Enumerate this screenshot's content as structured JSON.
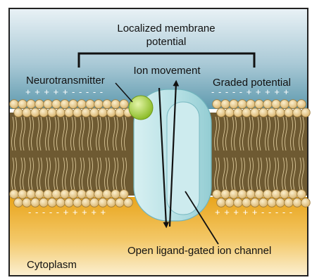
{
  "labels": {
    "title_line1": "Localized membrane",
    "title_line2": "potential",
    "neurotransmitter": "Neurotransmitter",
    "ion_movement": "Ion movement",
    "graded_potential": "Graded potential",
    "channel": "Open ligand-gated ion channel",
    "cytoplasm": "Cytoplasm"
  },
  "charges": {
    "outer_left": "+ + + + + - - - - -",
    "outer_right": "- - - - - + + + + +",
    "inner_left": "- - - - - + + + + +",
    "inner_right": "+ + + + + - - - - -"
  },
  "colors": {
    "extracellular": "#5f9aae",
    "cytoplasm": "#e9a51c",
    "lipid_head": "#eed8a0",
    "lipid_tail": "#6e5a32",
    "channel": "#b9e2e6",
    "neurotransmitter": "#a6d22e"
  }
}
